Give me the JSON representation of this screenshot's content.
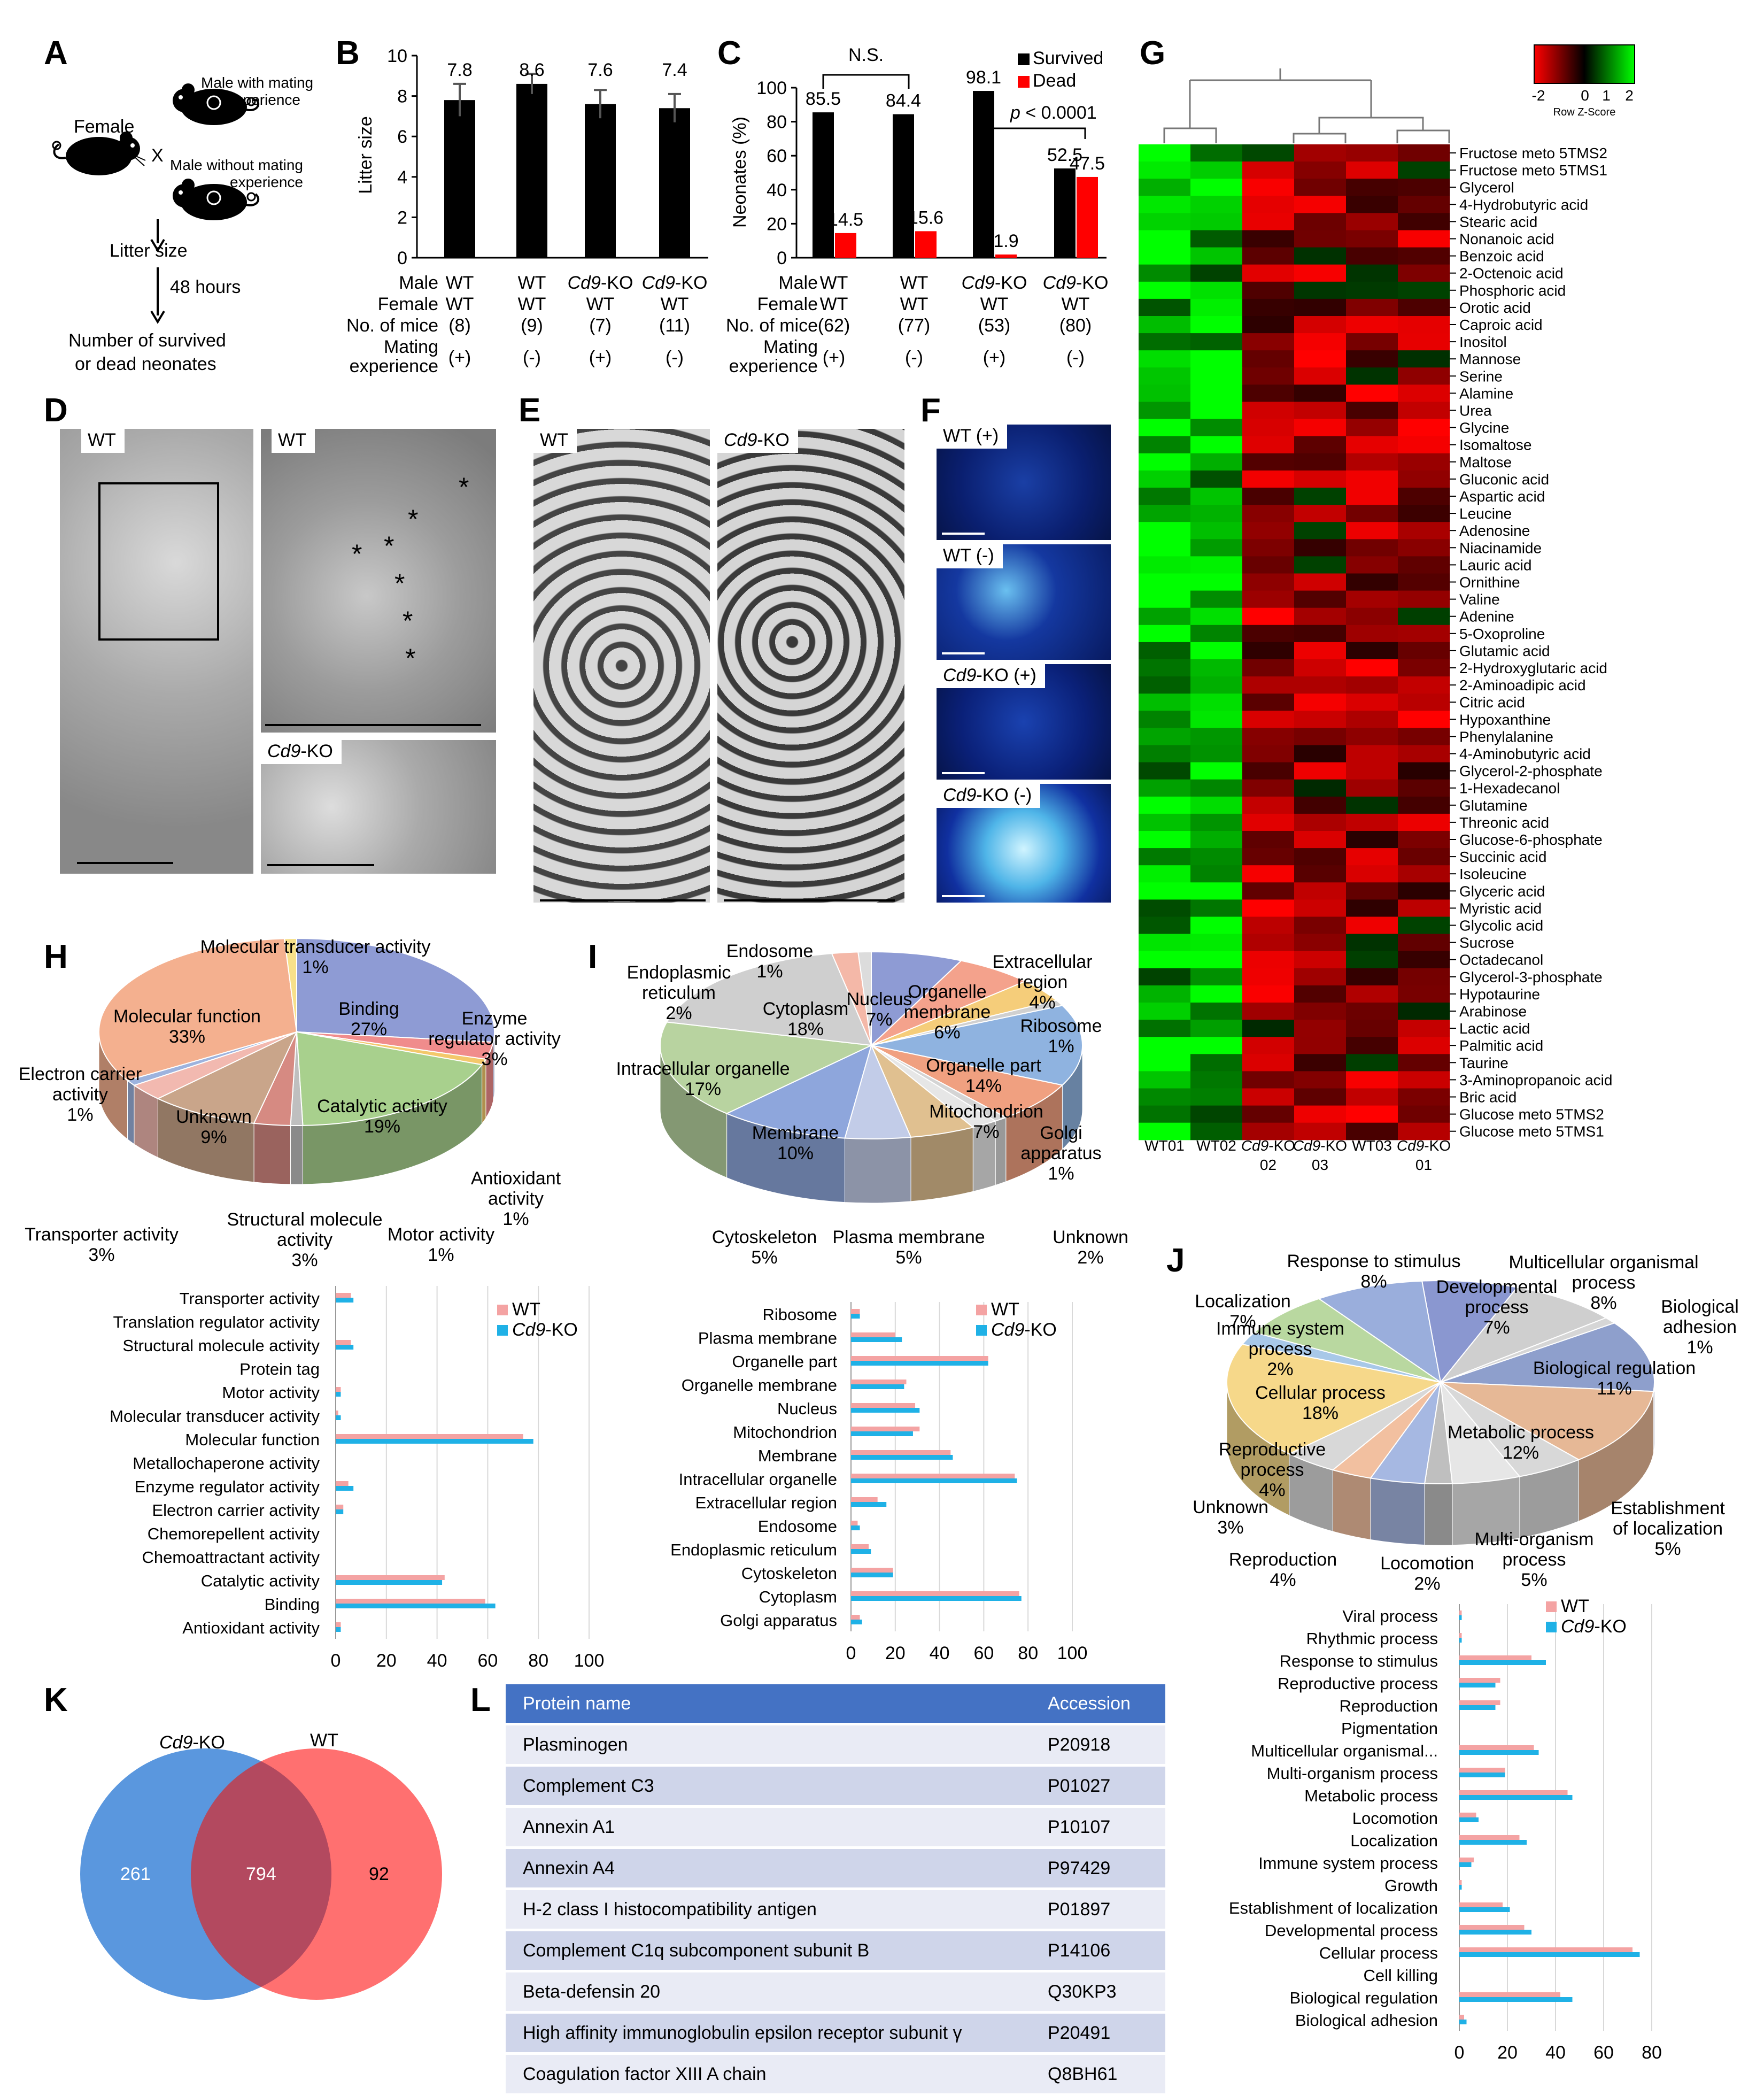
{
  "panels": {
    "A": "A",
    "B": "B",
    "C": "C",
    "D": "D",
    "E": "E",
    "F": "F",
    "G": "G",
    "H": "H",
    "I": "I",
    "J": "J",
    "K": "K",
    "L": "L"
  },
  "panel_a": {
    "female": "Female",
    "male_with": "Male with mating\nexperience",
    "male_without": "Male without mating\nexperience",
    "cross": "X",
    "litter_size": "Litter size",
    "hours": "48 hours",
    "outcome": "Number of survived\nor dead neonates"
  },
  "table_rows": {
    "male": "Male",
    "female": "Female",
    "mice": "No. of mice",
    "mating": "Mating\nexperience"
  },
  "knockout": "Cd9",
  "ko_suffix": "-KO",
  "chart_data": [
    {
      "panel": "B",
      "type": "bar",
      "ylabel": "Litter size",
      "ylim": [
        0,
        10
      ],
      "yticks": [
        0,
        2,
        4,
        6,
        8,
        10
      ],
      "categories": [
        "WT / WT (+)",
        "WT / WT (-)",
        "Cd9-KO / WT (+)",
        "Cd9-KO / WT (-)"
      ],
      "values": [
        7.8,
        8.6,
        7.6,
        7.4
      ],
      "errors": [
        0.8,
        0.5,
        0.7,
        0.7
      ],
      "labels": [
        "7.8",
        "8.6",
        "7.6",
        "7.4"
      ],
      "table": {
        "male": [
          "WT",
          "WT",
          "Cd9-KO",
          "Cd9-KO"
        ],
        "female": [
          "WT",
          "WT",
          "WT",
          "WT"
        ],
        "mice": [
          "(8)",
          "(9)",
          "(7)",
          "(11)"
        ],
        "mating": [
          "(+)",
          "(-)",
          "(+)",
          "(-)"
        ]
      }
    },
    {
      "panel": "C",
      "type": "bar",
      "ylabel": "Neonates (%)",
      "ylim": [
        0,
        100
      ],
      "yticks": [
        0,
        20,
        40,
        60,
        80,
        100
      ],
      "series": [
        {
          "name": "Survived",
          "color": "#000000",
          "values": [
            85.5,
            84.4,
            98.1,
            52.5
          ]
        },
        {
          "name": "Dead",
          "color": "#ff0000",
          "values": [
            14.5,
            15.6,
            1.9,
            47.5
          ]
        }
      ],
      "annotations": [
        "N.S.",
        "p < 0.0001"
      ],
      "table": {
        "male": [
          "WT",
          "WT",
          "Cd9-KO",
          "Cd9-KO"
        ],
        "female": [
          "WT",
          "WT",
          "WT",
          "WT"
        ],
        "mice": [
          "(62)",
          "(77)",
          "(53)",
          "(80)"
        ],
        "mating": [
          "(+)",
          "(-)",
          "(+)",
          "(-)"
        ]
      }
    },
    {
      "panel": "G",
      "type": "heatmap",
      "columns": [
        "WT01",
        "WT02",
        "Cd9-KO 02",
        "Cd9-KO 03",
        "WT03",
        "Cd9-KO 01"
      ],
      "legend": {
        "title": "Row Z-Score",
        "ticks": [
          "-2",
          "0",
          "1",
          "2"
        ]
      },
      "rows": [
        "Fructose meto 5TMS2",
        "Fructose meto 5TMS1",
        "Glycerol",
        "4-Hydrobutyric acid",
        "Stearic acid",
        "Nonanoic acid",
        "Benzoic acid",
        "2-Octenoic acid",
        "Phosphoric acid",
        "Orotic acid",
        "Caproic acid",
        "Inositol",
        "Mannose",
        "Serine",
        "Alamine",
        "Urea",
        "Glycine",
        "Isomaltose",
        "Maltose",
        "Gluconic acid",
        "Aspartic acid",
        "Leucine",
        "Adenosine",
        "Niacinamide",
        "Lauric acid",
        "Ornithine",
        "Valine",
        "Adenine",
        "5-Oxoproline",
        "Glutamic acid",
        "2-Hydroxyglutaric acid",
        "2-Aminoadipic acid",
        "Citric acid",
        "Hypoxanthine",
        "Phenylalanine",
        "4-Aminobutyric acid",
        "Glycerol-2-phosphate",
        "1-Hexadecanol",
        "Glutamine",
        "Threonic acid",
        "Glucose-6-phosphate",
        "Succinic acid",
        "Isoleucine",
        "Glyceric acid",
        "Myristic acid",
        "Glycolic acid",
        "Sucrose",
        "Octadecanol",
        "Glycerol-3-phosphate",
        "Hypotaurine",
        "Arabinose",
        "Lactic acid",
        "Palmitic acid",
        "Taurine",
        "3-Aminopropanoic acid",
        "Bric acid",
        "Glucose meto 5TMS2",
        "Glucose meto 5TMS1"
      ]
    },
    {
      "panel": "H-pie",
      "type": "pie",
      "slices": [
        {
          "label": "Binding",
          "value": 27,
          "pct": "27%",
          "color": "#8e9bd4"
        },
        {
          "label": "Enzyme regulator activity",
          "value": 3,
          "pct": "3%",
          "color": "#f08c8c"
        },
        {
          "label": "Antioxidant activity",
          "value": 1,
          "pct": "1%",
          "color": "#f3c86b"
        },
        {
          "label": "Catalytic activity",
          "value": 19,
          "pct": "19%",
          "color": "#a8d08d"
        },
        {
          "label": "Motor activity",
          "value": 1,
          "pct": "1%",
          "color": "#bfbfbf"
        },
        {
          "label": "Structural molecule activity",
          "value": 3,
          "pct": "3%",
          "color": "#d68a82"
        },
        {
          "label": "Unknown",
          "value": 9,
          "pct": "9%",
          "color": "#c9a58a"
        },
        {
          "label": "Transporter activity",
          "value": 3,
          "pct": "3%",
          "color": "#f2b9b0"
        },
        {
          "label": "Electron carrier activity",
          "value": 1,
          "pct": "1%",
          "color": "#9db3de"
        },
        {
          "label": "Molecular function",
          "value": 33,
          "pct": "33%",
          "color": "#f4b08f"
        },
        {
          "label": "Molecular transducer activity",
          "value": 1,
          "pct": "1%",
          "color": "#f7e08a"
        }
      ]
    },
    {
      "panel": "H-bar",
      "type": "bar",
      "orientation": "horizontal",
      "xlim": [
        0,
        100
      ],
      "xticks": [
        0,
        20,
        40,
        60,
        80,
        100
      ],
      "categories": [
        "Transporter activity",
        "Translation regulator activity",
        "Structural molecule activity",
        "Protein tag",
        "Motor activity",
        "Molecular transducer activity",
        "Molecular function",
        "Metallochaperone activity",
        "Enzyme regulator activity",
        "Electron carrier activity",
        "Chemorepellent activity",
        "Chemoattractant activity",
        "Catalytic activity",
        "Binding",
        "Antioxidant activity"
      ],
      "series": [
        {
          "name": "WT",
          "color": "#f4a3a3",
          "values": [
            6,
            0,
            6,
            0,
            2,
            1,
            74,
            0,
            5,
            3,
            0,
            0,
            43,
            59,
            2
          ]
        },
        {
          "name": "Cd9-KO",
          "color": "#1fb1e6",
          "values": [
            7,
            0,
            7,
            0,
            2,
            2,
            78,
            0,
            7,
            3,
            0,
            0,
            42,
            63,
            2
          ]
        }
      ]
    },
    {
      "panel": "I-pie",
      "type": "pie",
      "slices": [
        {
          "label": "Nucleus",
          "value": 7,
          "pct": "7%",
          "color": "#8e9bd4"
        },
        {
          "label": "Organelle membrane",
          "value": 6,
          "pct": "6%",
          "color": "#f4a28c"
        },
        {
          "label": "Extracellular region",
          "value": 4,
          "pct": "4%",
          "color": "#f5cd7a"
        },
        {
          "label": "Ribosome",
          "value": 1,
          "pct": "1%",
          "color": "#d0d0d0"
        },
        {
          "label": "Organelle part",
          "value": 14,
          "pct": "14%",
          "color": "#8fb3e0"
        },
        {
          "label": "Mitochondrion",
          "value": 7,
          "pct": "7%",
          "color": "#f0a080"
        },
        {
          "label": "Golgi apparatus",
          "value": 1,
          "pct": "1%",
          "color": "#d4d4d4"
        },
        {
          "label": "Unknown",
          "value": 2,
          "pct": "2%",
          "color": "#e6e6e6"
        },
        {
          "label": "Plasma membrane",
          "value": 5,
          "pct": "5%",
          "color": "#e0c090"
        },
        {
          "label": "Cytoskeleton",
          "value": 5,
          "pct": "5%",
          "color": "#c2cce8"
        },
        {
          "label": "Membrane",
          "value": 10,
          "pct": "10%",
          "color": "#8ea6dc"
        },
        {
          "label": "Intracellular organelle",
          "value": 17,
          "pct": "17%",
          "color": "#b8d3a0"
        },
        {
          "label": "Cytoplasm",
          "value": 18,
          "pct": "18%",
          "color": "#cfcfcf"
        },
        {
          "label": "Endoplasmic reticulum",
          "value": 2,
          "pct": "2%",
          "color": "#f4b8a8"
        },
        {
          "label": "Endosome",
          "value": 1,
          "pct": "1%",
          "color": "#dcdcdc"
        }
      ]
    },
    {
      "panel": "I-bar",
      "type": "bar",
      "orientation": "horizontal",
      "xlim": [
        0,
        100
      ],
      "xticks": [
        0,
        20,
        40,
        60,
        80,
        100
      ],
      "categories": [
        "Ribosome",
        "Plasma membrane",
        "Organelle part",
        "Organelle membrane",
        "Nucleus",
        "Mitochondrion",
        "Membrane",
        "Intracellular organelle",
        "Extracellular region",
        "Endosome",
        "Endoplasmic reticulum",
        "Cytoskeleton",
        "Cytoplasm",
        "Golgi apparatus"
      ],
      "series": [
        {
          "name": "WT",
          "color": "#f4a3a3",
          "values": [
            4,
            20,
            62,
            25,
            29,
            31,
            45,
            74,
            12,
            3,
            8,
            19,
            76,
            4
          ]
        },
        {
          "name": "Cd9-KO",
          "color": "#1fb1e6",
          "values": [
            4,
            23,
            62,
            24,
            31,
            28,
            46,
            75,
            16,
            4,
            9,
            19,
            77,
            5
          ]
        }
      ]
    },
    {
      "panel": "J-pie",
      "type": "pie",
      "slices": [
        {
          "label": "Developmental process",
          "value": 7,
          "pct": "7%",
          "color": "#8a97d0"
        },
        {
          "label": "Multicellular organismal process",
          "value": 8,
          "pct": "8%",
          "color": "#cfcfcf"
        },
        {
          "label": "Biological adhesion",
          "value": 1,
          "pct": "1%",
          "color": "#d6d6d6"
        },
        {
          "label": "Biological regulation",
          "value": 11,
          "pct": "11%",
          "color": "#8e9fcc"
        },
        {
          "label": "Metabolic process",
          "value": 12,
          "pct": "12%",
          "color": "#e6b896"
        },
        {
          "label": "Establishment of localization",
          "value": 5,
          "pct": "5%",
          "color": "#d8d8d8"
        },
        {
          "label": "Multi-organism process",
          "value": 5,
          "pct": "5%",
          "color": "#e6e6e6"
        },
        {
          "label": "Locomotion",
          "value": 2,
          "pct": "2%",
          "color": "#bfbfbf"
        },
        {
          "label": "Reproduction",
          "value": 4,
          "pct": "4%",
          "color": "#a6b8e2"
        },
        {
          "label": "Unknown",
          "value": 3,
          "pct": "3%",
          "color": "#f2c0a0"
        },
        {
          "label": "Reproductive process",
          "value": 4,
          "pct": "4%",
          "color": "#d8d8d8"
        },
        {
          "label": "Cellular process",
          "value": 18,
          "pct": "18%",
          "color": "#f6d88a"
        },
        {
          "label": "Immune system process",
          "value": 2,
          "pct": "2%",
          "color": "#a8c8e8"
        },
        {
          "label": "Localization",
          "value": 7,
          "pct": "7%",
          "color": "#b9d8a0"
        },
        {
          "label": "Response to stimulus",
          "value": 8,
          "pct": "8%",
          "color": "#9aaedc"
        }
      ]
    },
    {
      "panel": "J-bar",
      "type": "bar",
      "orientation": "horizontal",
      "xlim": [
        0,
        80
      ],
      "xticks": [
        0,
        20,
        40,
        60,
        80
      ],
      "categories": [
        "Viral process",
        "Rhythmic process",
        "Response to stimulus",
        "Reproductive process",
        "Reproduction",
        "Pigmentation",
        "Multicellular organismal...",
        "Multi-organism process",
        "Metabolic process",
        "Locomotion",
        "Localization",
        "Immune system process",
        "Growth",
        "Establishment of localization",
        "Developmental process",
        "Cellular process",
        "Cell killing",
        "Biological regulation",
        "Biological adhesion"
      ],
      "series": [
        {
          "name": "WT",
          "color": "#f4a3a3",
          "values": [
            1,
            1,
            30,
            17,
            17,
            0,
            31,
            19,
            45,
            7,
            25,
            6,
            1,
            18,
            27,
            72,
            0,
            42,
            2
          ]
        },
        {
          "name": "Cd9-KO",
          "color": "#1fb1e6",
          "values": [
            1,
            1,
            36,
            15,
            15,
            0,
            33,
            19,
            47,
            8,
            28,
            5,
            1,
            21,
            30,
            75,
            0,
            47,
            3
          ]
        }
      ]
    },
    {
      "panel": "K",
      "type": "venn",
      "sets": [
        {
          "name": "Cd9-KO",
          "only": "261"
        },
        {
          "name": "WT",
          "only": "92"
        }
      ],
      "overlap": "794"
    }
  ],
  "table_l": {
    "headers": [
      "Protein name",
      "Accession"
    ],
    "rows": [
      [
        "Plasminogen",
        "P20918"
      ],
      [
        "Complement C3",
        "P01027"
      ],
      [
        "Annexin A1",
        "P10107"
      ],
      [
        "Annexin A4",
        "P97429"
      ],
      [
        "H-2 class I histocompatibility antigen",
        "P01897"
      ],
      [
        "Complement C1q subcomponent subunit B",
        "P14106"
      ],
      [
        "Beta-defensin 20",
        "Q30KP3"
      ],
      [
        "High affinity immunoglobulin epsilon receptor subunit γ",
        "P20491"
      ],
      [
        "Coagulation factor XIII A chain",
        "Q8BH61"
      ]
    ]
  },
  "micro": {
    "d_wt": "WT",
    "d_wt2": "WT",
    "d_ko": "Cd9-KO",
    "e_wt": "WT",
    "e_ko": "Cd9-KO",
    "f1": "WT (+)",
    "f2": "WT (-)",
    "f3": "Cd9-KO (+)",
    "f4": "Cd9-KO (-)",
    "asterisk": "*"
  }
}
